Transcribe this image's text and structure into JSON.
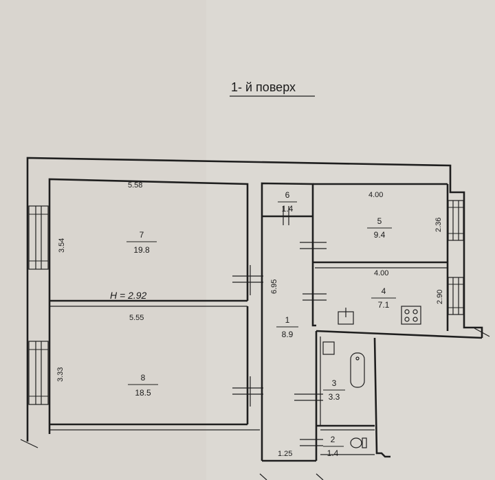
{
  "title": "1- й поверх",
  "ceiling_height": "H = 2.92",
  "rooms": [
    {
      "id": "1",
      "area": "8.9"
    },
    {
      "id": "2",
      "area": "1.4"
    },
    {
      "id": "3",
      "area": "3.3"
    },
    {
      "id": "4",
      "area": "7.1"
    },
    {
      "id": "5",
      "area": "9.4"
    },
    {
      "id": "6",
      "area": "1.4"
    },
    {
      "id": "7",
      "area": "19.8"
    },
    {
      "id": "8",
      "area": "18.5"
    }
  ],
  "dimensions": {
    "room7_width": "5.58",
    "room7_depth": "3.54",
    "room8_width": "5.55",
    "room8_depth": "3.33",
    "corridor_length": "6.95",
    "room5_width": "4.00",
    "room5_depth": "2.36",
    "room4_width": "4.00",
    "room4_depth": "2.90",
    "room2_width": "1.25"
  }
}
